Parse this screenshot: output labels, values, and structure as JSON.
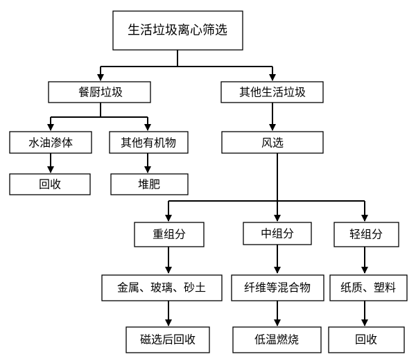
{
  "nodes": {
    "root": "生活垃圾离心筛选",
    "kitchen_waste": "餐厨垃圾",
    "other_waste": "其他生活垃圾",
    "water_oil": "水油渗体",
    "other_organic": "其他有机物",
    "wind_sorting": "风选",
    "recycle_1": "回收",
    "compost": "堆肥",
    "heavy": "重组分",
    "medium": "中组分",
    "light": "轻组分",
    "metal_glass_sand": "金属、玻璃、砂土",
    "fiber_mix": "纤维等混合物",
    "paper_plastic": "纸质、塑料",
    "magnetic_recycle": "磁选后回收",
    "low_temp_burn": "低温燃烧",
    "recycle_2": "回收"
  }
}
